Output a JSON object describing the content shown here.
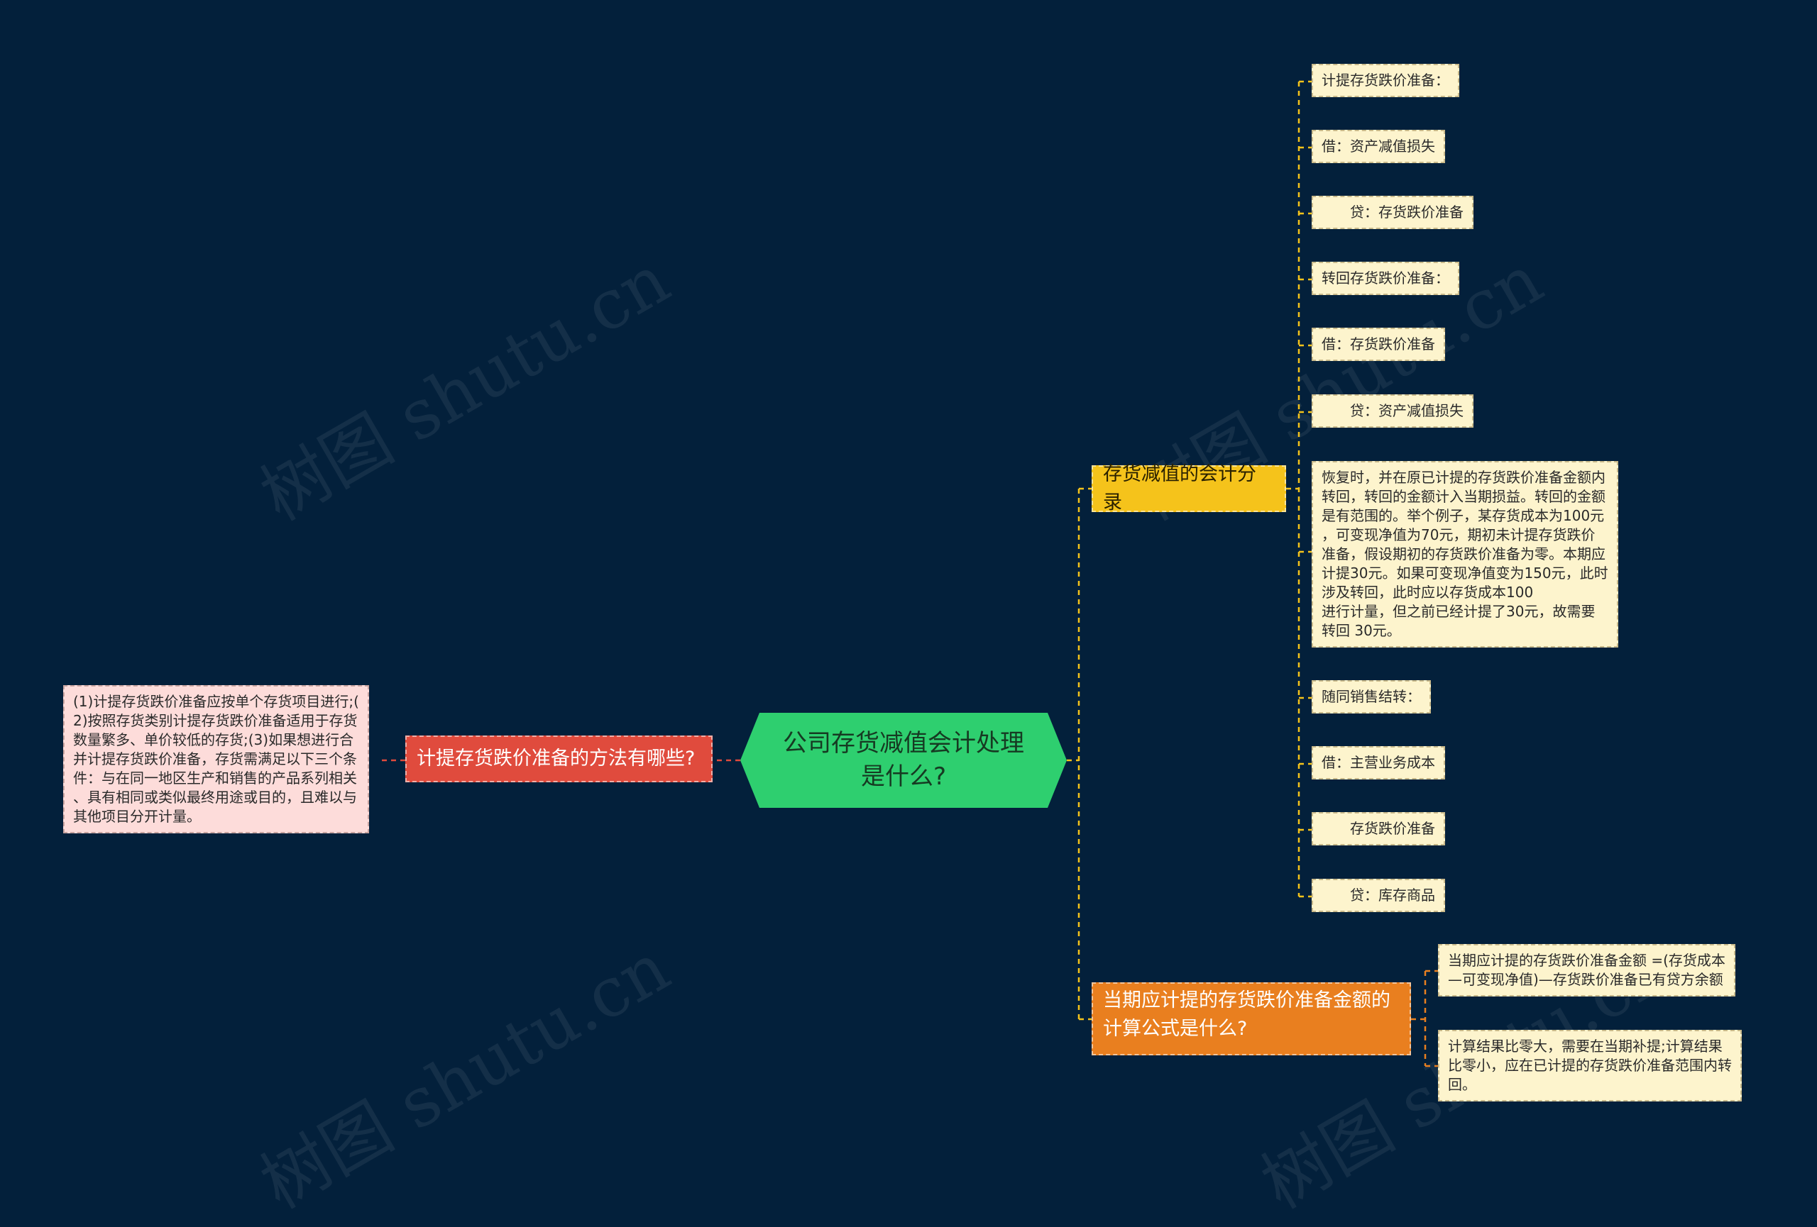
{
  "center": {
    "label": "公司存货减值会计处理是什么?"
  },
  "left_branch": {
    "label": "计提存货跌价准备的方法有哪些?",
    "leaf": "(1)计提存货跌价准备应按单个存货项目进行;(\n2)按照存货类别计提存货跌价准备适用于存货\n数量繁多、单价较低的存货;(3)如果想进行合\n并计提存货跌价准备，存货需满足以下三个条\n件：与在同一地区生产和销售的产品系列相关\n、具有相同或类似最终用途或目的，且难以与\n其他项目分开计量。"
  },
  "right_branches": [
    {
      "label": "存货减值的会计分录",
      "color": "#f5c31b",
      "leaves": [
        "计提存货跌价准备：",
        "借：资产减值损失",
        "　　贷：存货跌价准备",
        "转回存货跌价准备：",
        "借：存货跌价准备",
        "　　贷：资产减值损失",
        "恢复时，并在原已计提的存货跌价准备金额内\n转回，转回的金额计入当期损益。转回的金额\n是有范围的。举个例子，某存货成本为100元\n，可变现净值为70元，期初未计提存货跌价\n准备，假设期初的存货跌价准备为零。本期应\n计提30元。如果可变现净值变为150元，此时\n涉及转回，此时应以存货成本100\n进行计量，但之前已经计提了30元，故需要\n转回 30元。",
        "随同销售结转：",
        "借：主营业务成本",
        "　　存货跌价准备",
        "　　贷：库存商品"
      ]
    },
    {
      "label": "当期应计提的存货跌价准备金额的计算公式是什么?",
      "color": "#e97f1f",
      "leaves": [
        "当期应计提的存货跌价准备金额 =(存货成本\n—可变现净值)—存货跌价准备已有贷方余额",
        "计算结果比零大，需要在当期补提;计算结果\n比零小，应在已计提的存货跌价准备范围内转\n回。"
      ]
    }
  ],
  "watermark": "树图 shutu.cn",
  "colors": {
    "background": "#03203b",
    "center": "#2ecf6f",
    "left_branch": "#e04b3d",
    "leaf": "#fdf4cd",
    "leaf_pink": "#fddcda",
    "connector": "#f5c31b"
  }
}
